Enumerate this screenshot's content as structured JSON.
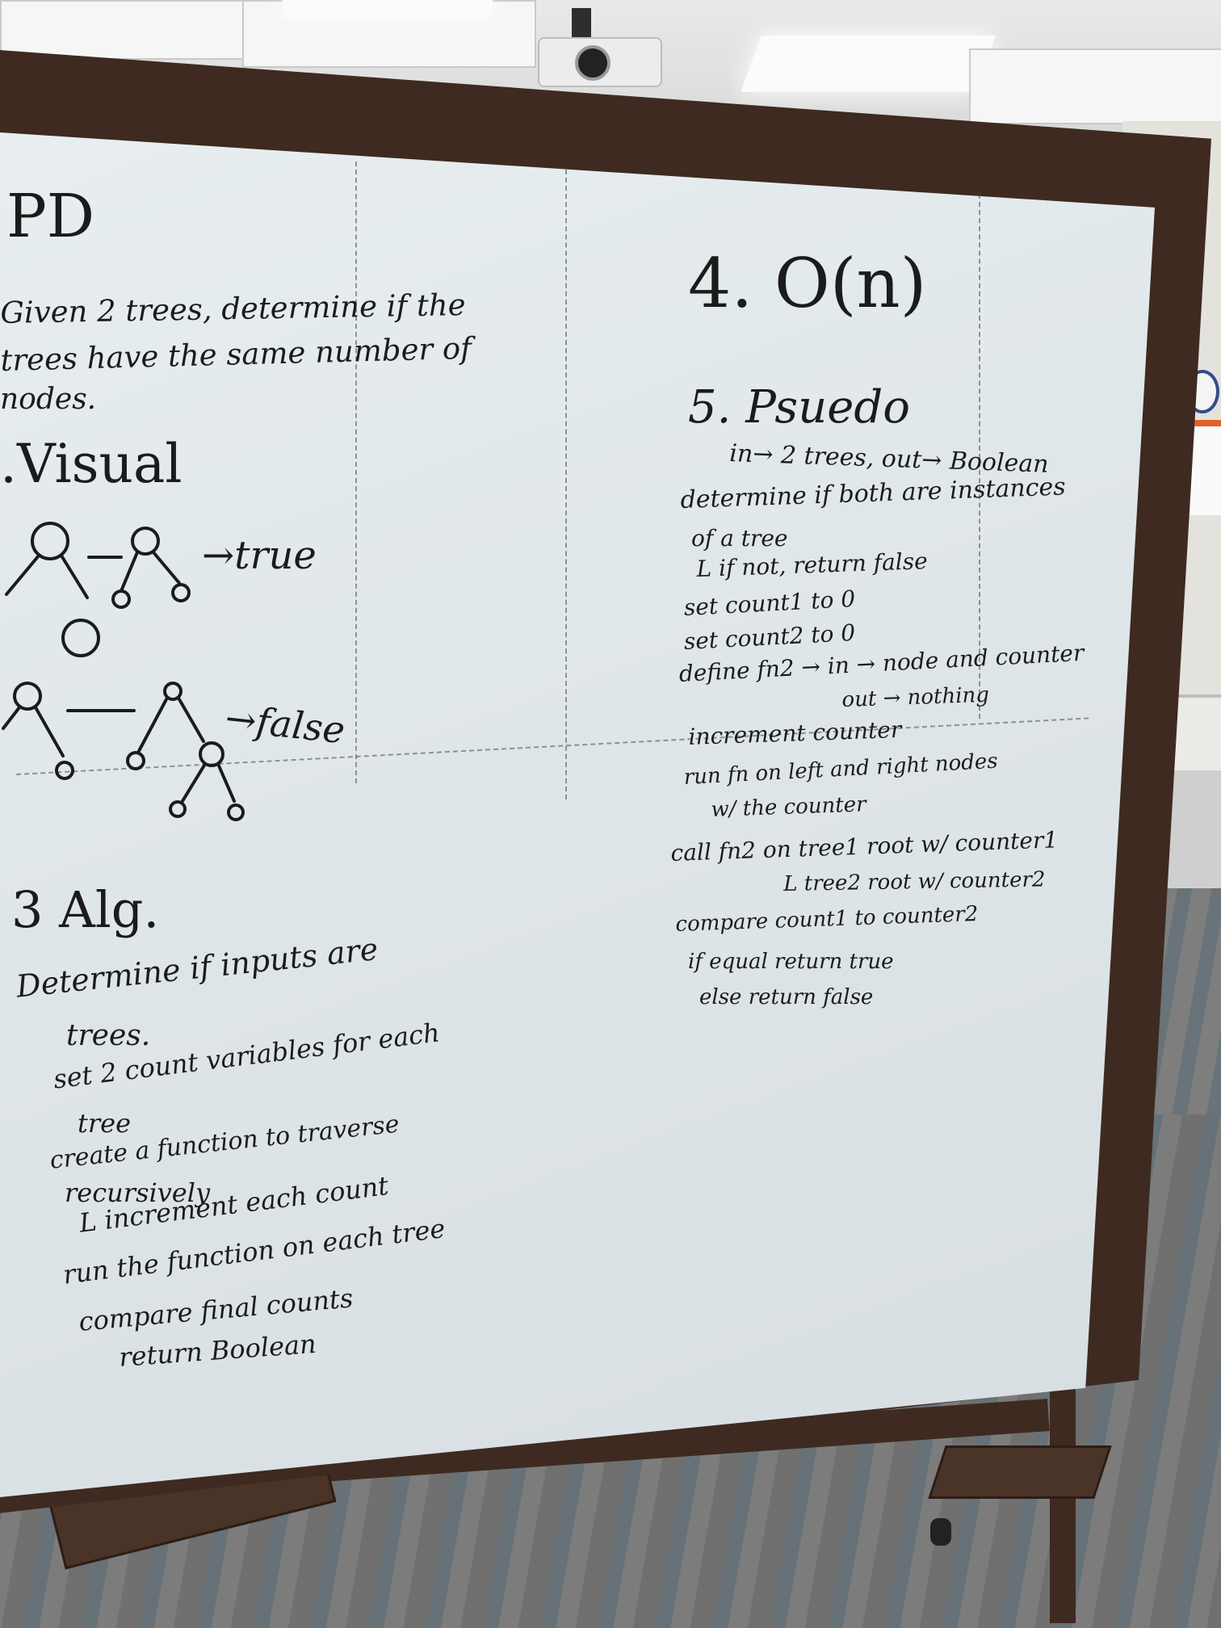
{
  "whiteboard": {
    "pd": {
      "heading": "PD",
      "lines": [
        "Given 2 trees, determine if the",
        "trees have the same number of",
        "nodes."
      ]
    },
    "visual": {
      "heading": ".Visual",
      "example_true": "→true",
      "example_false": "→false"
    },
    "alg": {
      "heading": "3 Alg.",
      "lines": [
        "Determine if inputs are",
        "trees.",
        "set 2 count variables for each",
        "tree",
        "create a function to traverse",
        "recursively",
        "L increment each count",
        "run the function on each tree",
        "compare final counts",
        "return Boolean"
      ]
    },
    "big_o": {
      "heading": "4. O(n)"
    },
    "pseudo": {
      "heading": "5. Psuedo",
      "lines": [
        "in→ 2 trees, out→ Boolean",
        "determine if both are instances",
        "of a tree",
        "L if not, return false",
        "set count1 to 0",
        "set count2 to 0",
        "define fn2 → in → node and counter",
        "out → nothing",
        "increment counter",
        "run fn on left and right nodes",
        "w/ the counter",
        "call fn2 on tree1 root w/ counter1",
        "L tree2 root w/ counter2",
        "compare count1 to counter2",
        "if equal return true",
        "else return false"
      ]
    }
  },
  "colors": {
    "frame": "#3e2a20",
    "board": "#e3e9ec",
    "ink": "#1b1b1b"
  }
}
